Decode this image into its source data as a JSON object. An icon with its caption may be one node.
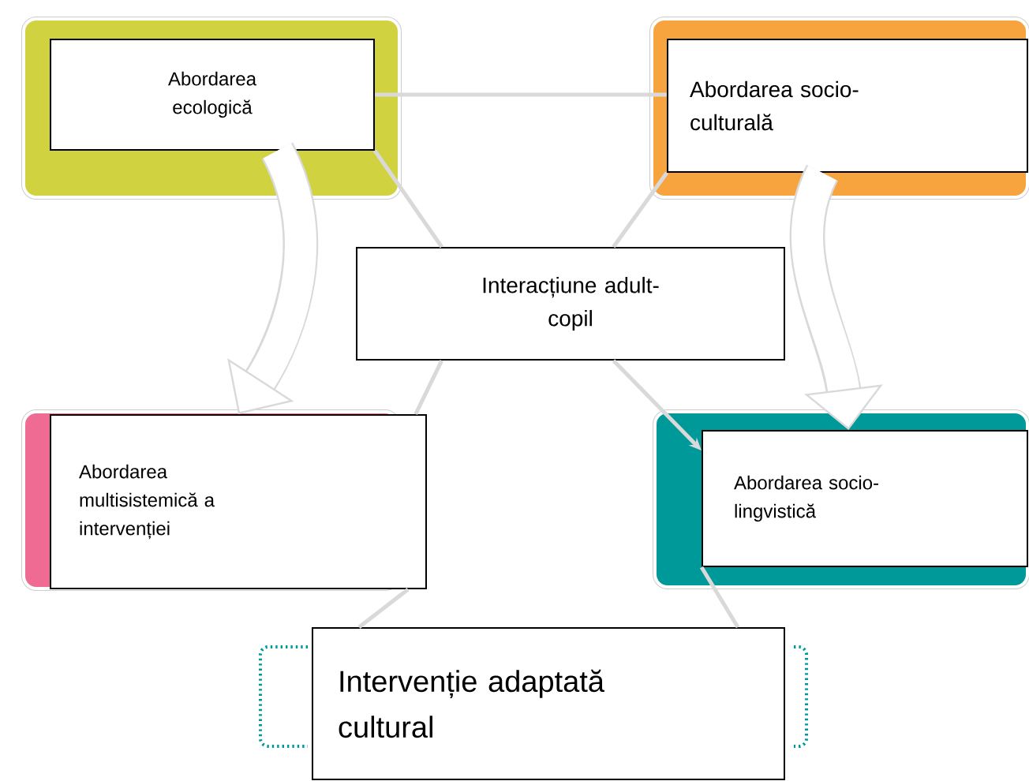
{
  "diagram": {
    "nodes": [
      {
        "text": [
          "Abordarea ecologică"
        ]
      },
      {
        "text": [
          "Abordarea socio-culturală"
        ]
      },
      {
        "text": [
          "Interacțiune adult-copil"
        ]
      },
      {
        "text": [
          "Abordarea multisistemică a intervenției"
        ]
      },
      {
        "text": [
          "Abordarea socio-lingvistică"
        ]
      },
      {
        "text": [
          "Intervenție adaptată cultural"
        ]
      }
    ],
    "edges": [
      {
        "from": 0,
        "to": 1,
        "arrow": "none"
      },
      {
        "from": 0,
        "to": 2,
        "arrow": "none"
      },
      {
        "from": 1,
        "to": 2,
        "arrow": "none"
      },
      {
        "from": 2,
        "to": 3,
        "arrow": "none"
      },
      {
        "from": 2,
        "to": 4,
        "arrow": "to"
      },
      {
        "from": 3,
        "to": 5,
        "arrow": "none"
      },
      {
        "from": 4,
        "to": 5,
        "arrow": "none"
      },
      {
        "from": 0,
        "to": 3,
        "arrow": "to",
        "style": "thick"
      },
      {
        "from": 1,
        "to": 4,
        "arrow": "to",
        "style": "thick"
      }
    ]
  }
}
